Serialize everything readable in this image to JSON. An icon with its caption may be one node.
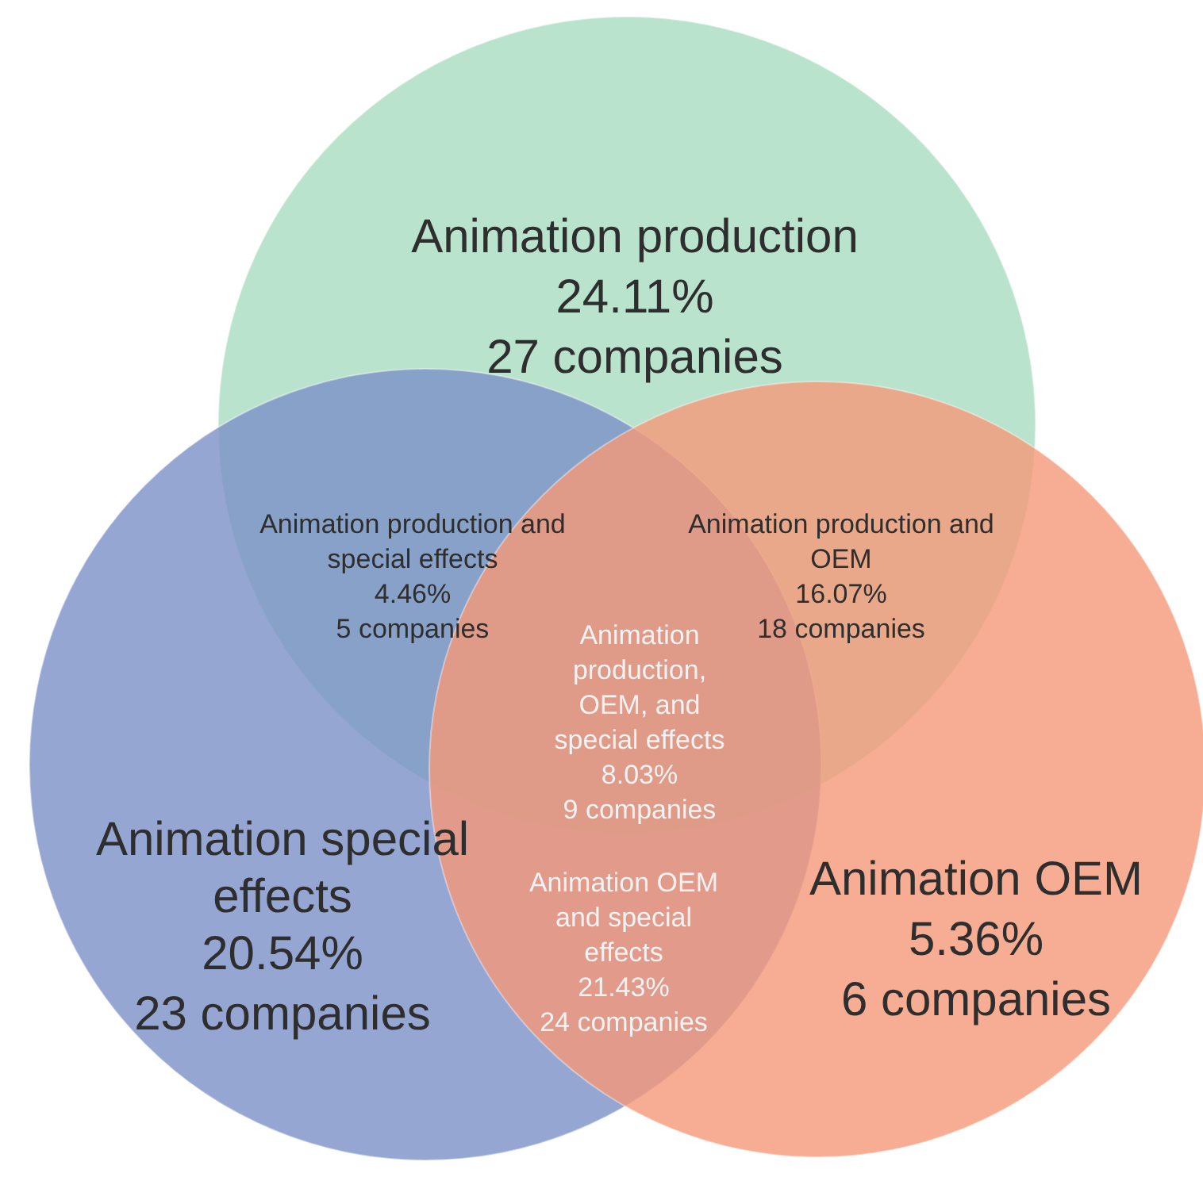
{
  "diagram": {
    "nodes": [
      {
        "text": [
          "Animation production",
          "24.11%",
          "27 companies"
        ]
      },
      {
        "text": [
          "Animation special effects",
          "20.54%",
          "23 companies"
        ]
      },
      {
        "text": [
          "Animation OEM",
          "5.36%",
          "6 companies"
        ]
      }
    ],
    "labels": [
      "Animation production and special effects",
      "4.46%",
      "5 companies",
      "Animation production and OEM",
      "16.07%",
      "18 companies",
      "Animation production, OEM, and special effects",
      "8.03%",
      "9 companies",
      "Animation OEM and special effects",
      "21.43%",
      "24 companies"
    ]
  }
}
